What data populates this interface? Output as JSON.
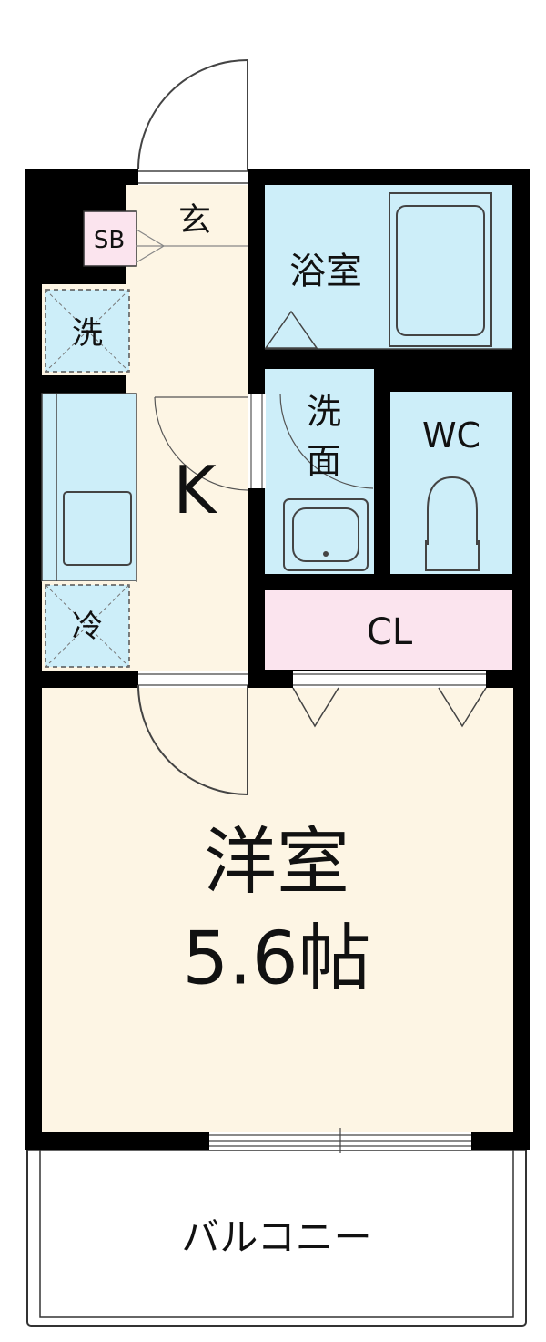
{
  "rooms": {
    "genkan": "玄",
    "sb": "SB",
    "washer": "洗",
    "kitchen": "K",
    "fridge": "冷",
    "bath": "浴室",
    "washroom_top": "洗",
    "washroom_bottom": "面",
    "wc": "WC",
    "closet": "CL",
    "western_room": "洋室",
    "western_room_size": "5.6帖",
    "balcony": "バルコニー"
  },
  "colors": {
    "wall": "#000000",
    "floor": "#fdf5e4",
    "wet_area": "#cdeef9",
    "closet": "#fbe4ee",
    "shoe_box": "#fbe4ee",
    "fixture_line": "#444444"
  }
}
